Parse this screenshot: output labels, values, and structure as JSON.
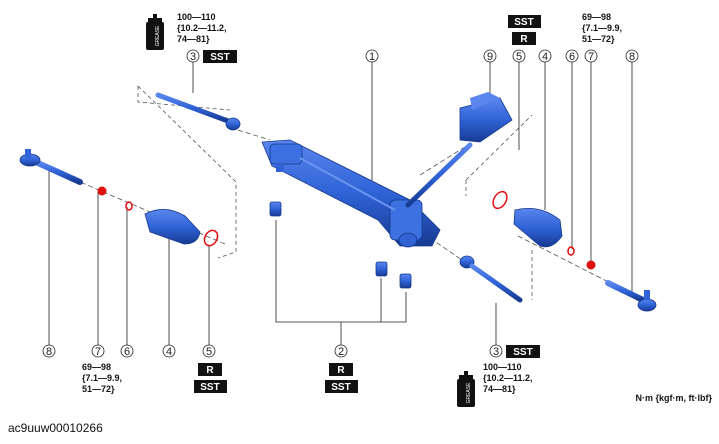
{
  "callouts": [
    "1",
    "2",
    "3",
    "4",
    "5",
    "6",
    "7",
    "8",
    "9"
  ],
  "badges": {
    "sst": "SST",
    "r": "R"
  },
  "torque": {
    "tie_rod_a": "100—110",
    "tie_rod_b": "{10.2—11.2,",
    "tie_rod_c": "74—81}",
    "tie_end_a": "69—98",
    "tie_end_b": "{7.1—9.9,",
    "tie_end_c": "51—72}"
  },
  "grease_label": "GREASE",
  "units": "N·m {kgf·m, ft·lbf}",
  "doc_id": "ac9uuw00010266",
  "colors": {
    "part_blue": "#2f63d6",
    "part_dark": "#1a3f9c",
    "highlight_red": "#e01010",
    "badge_black": "#111111"
  },
  "icons": [
    "grease-can-icon"
  ]
}
